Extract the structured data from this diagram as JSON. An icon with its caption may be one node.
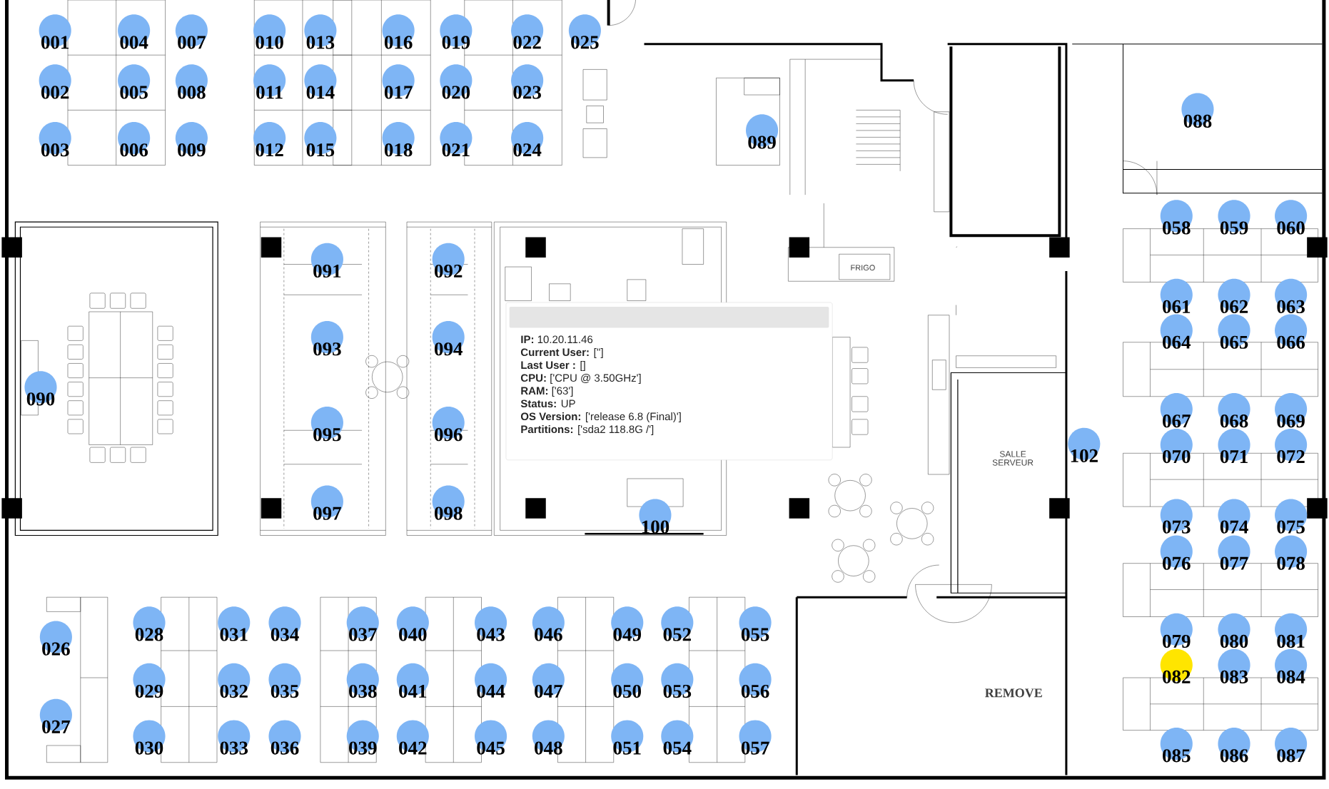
{
  "diagram": {
    "nodes": [
      {
        "text": [
          "001"
        ]
      },
      {
        "text": [
          "002"
        ]
      },
      {
        "text": [
          "003"
        ]
      },
      {
        "text": [
          "004"
        ]
      },
      {
        "text": [
          "005"
        ]
      },
      {
        "text": [
          "006"
        ]
      },
      {
        "text": [
          "007"
        ]
      },
      {
        "text": [
          "008"
        ]
      },
      {
        "text": [
          "009"
        ]
      },
      {
        "text": [
          "010"
        ]
      },
      {
        "text": [
          "011"
        ]
      },
      {
        "text": [
          "012"
        ]
      },
      {
        "text": [
          "013"
        ]
      },
      {
        "text": [
          "014"
        ]
      },
      {
        "text": [
          "015"
        ]
      },
      {
        "text": [
          "016"
        ]
      },
      {
        "text": [
          "017"
        ]
      },
      {
        "text": [
          "018"
        ]
      },
      {
        "text": [
          "019"
        ]
      },
      {
        "text": [
          "020"
        ]
      },
      {
        "text": [
          "021"
        ]
      },
      {
        "text": [
          "022"
        ]
      },
      {
        "text": [
          "023"
        ]
      },
      {
        "text": [
          "024"
        ]
      },
      {
        "text": [
          "025"
        ]
      },
      {
        "text": [
          "026"
        ]
      },
      {
        "text": [
          "027"
        ]
      },
      {
        "text": [
          "028"
        ]
      },
      {
        "text": [
          "029"
        ]
      },
      {
        "text": [
          "030"
        ]
      },
      {
        "text": [
          "031"
        ]
      },
      {
        "text": [
          "032"
        ]
      },
      {
        "text": [
          "033"
        ]
      },
      {
        "text": [
          "034"
        ]
      },
      {
        "text": [
          "035"
        ]
      },
      {
        "text": [
          "036"
        ]
      },
      {
        "text": [
          "037"
        ]
      },
      {
        "text": [
          "038"
        ]
      },
      {
        "text": [
          "039"
        ]
      },
      {
        "text": [
          "040"
        ]
      },
      {
        "text": [
          "041"
        ]
      },
      {
        "text": [
          "042"
        ]
      },
      {
        "text": [
          "043"
        ]
      },
      {
        "text": [
          "044"
        ]
      },
      {
        "text": [
          "045"
        ]
      },
      {
        "text": [
          "046"
        ]
      },
      {
        "text": [
          "047"
        ]
      },
      {
        "text": [
          "048"
        ]
      },
      {
        "text": [
          "049"
        ]
      },
      {
        "text": [
          "050"
        ]
      },
      {
        "text": [
          "051"
        ]
      },
      {
        "text": [
          "052"
        ]
      },
      {
        "text": [
          "053"
        ]
      },
      {
        "text": [
          "054"
        ]
      },
      {
        "text": [
          "055"
        ]
      },
      {
        "text": [
          "056"
        ]
      },
      {
        "text": [
          "057"
        ]
      },
      {
        "text": [
          "058"
        ]
      },
      {
        "text": [
          "059"
        ]
      },
      {
        "text": [
          "060"
        ]
      },
      {
        "text": [
          "061"
        ]
      },
      {
        "text": [
          "062"
        ]
      },
      {
        "text": [
          "063"
        ]
      },
      {
        "text": [
          "064"
        ]
      },
      {
        "text": [
          "065"
        ]
      },
      {
        "text": [
          "066"
        ]
      },
      {
        "text": [
          "067"
        ]
      },
      {
        "text": [
          "068"
        ]
      },
      {
        "text": [
          "069"
        ]
      },
      {
        "text": [
          "070"
        ]
      },
      {
        "text": [
          "071"
        ]
      },
      {
        "text": [
          "072"
        ]
      },
      {
        "text": [
          "073"
        ]
      },
      {
        "text": [
          "074"
        ]
      },
      {
        "text": [
          "075"
        ]
      },
      {
        "text": [
          "076"
        ]
      },
      {
        "text": [
          "077"
        ]
      },
      {
        "text": [
          "078"
        ]
      },
      {
        "text": [
          "079"
        ]
      },
      {
        "text": [
          "080"
        ]
      },
      {
        "text": [
          "081"
        ]
      },
      {
        "text": [
          "082"
        ]
      },
      {
        "text": [
          "083"
        ]
      },
      {
        "text": [
          "084"
        ]
      },
      {
        "text": [
          "085"
        ]
      },
      {
        "text": [
          "086"
        ]
      },
      {
        "text": [
          "087"
        ]
      },
      {
        "text": [
          "088"
        ]
      },
      {
        "text": [
          "089"
        ]
      },
      {
        "text": [
          "090"
        ]
      },
      {
        "text": [
          "091"
        ]
      },
      {
        "text": [
          "092"
        ]
      },
      {
        "text": [
          "093"
        ]
      },
      {
        "text": [
          "094"
        ]
      },
      {
        "text": [
          "095"
        ]
      },
      {
        "text": [
          "096"
        ]
      },
      {
        "text": [
          "097"
        ]
      },
      {
        "text": [
          "098"
        ]
      },
      {
        "text": [
          "100"
        ]
      },
      {
        "text": [
          "102"
        ]
      },
      {
        "text": [
          "**IP:** 10.20.11.46",
          "**Current User:** ['']",
          "**Last User :** []",
          "**CPU:** ['CPU @ 3.50GHz']",
          "**RAM:** ['63']",
          "**Status:** UP",
          "**OS Version:** ['release 6.8 (Final)']",
          "**Partitions:** ['sda2 118.8G /']"
        ]
      }
    ],
    "edges": [],
    "labels": [
      "FRIGO",
      "SALLE SERVEUR",
      "REMOVE"
    ]
  }
}
